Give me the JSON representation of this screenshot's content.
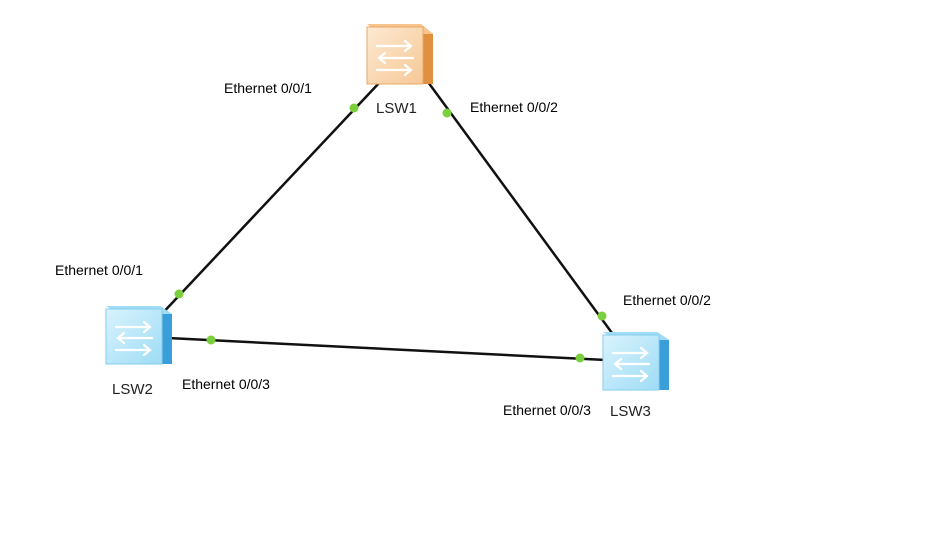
{
  "diagram": {
    "devices": {
      "lsw1": {
        "label": "LSW1",
        "color": "#f0a860"
      },
      "lsw2": {
        "label": "LSW2",
        "color": "#7cc8ee"
      },
      "lsw3": {
        "label": "LSW3",
        "color": "#7cc8ee"
      }
    },
    "links": [
      {
        "from": "LSW1",
        "to": "LSW2",
        "from_port": "Ethernet 0/0/1",
        "to_port": "Ethernet 0/0/1"
      },
      {
        "from": "LSW1",
        "to": "LSW3",
        "from_port": "Ethernet 0/0/2",
        "to_port": "Ethernet 0/0/2"
      },
      {
        "from": "LSW2",
        "to": "LSW3",
        "from_port": "Ethernet 0/0/3",
        "to_port": "Ethernet 0/0/3"
      }
    ],
    "port_dot_color": "#7ccf3c",
    "link_color": "#111111"
  }
}
